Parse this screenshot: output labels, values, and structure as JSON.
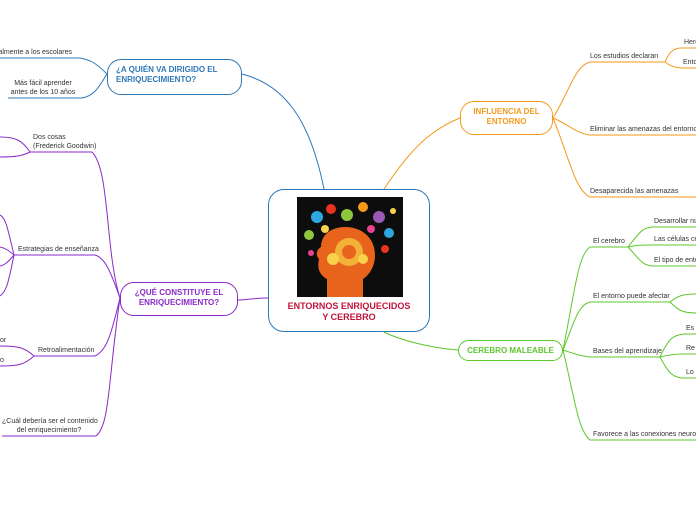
{
  "central": {
    "title_line1": "ENTORNOS ENRIQUECIDOS",
    "title_line2": "Y CEREBRO",
    "image": "brain-head-icon"
  },
  "topics": {
    "a_quien": {
      "line1": "¿A QUIÉN VA DIRIGIDO EL",
      "line2": "ENRIQUECIMIENTO?",
      "color": "#2f78b8"
    },
    "que_constituye": {
      "line1": "¿QUÉ CONSTITUYE EL",
      "line2": "ENRIQUECIMIENTO?",
      "color": "#8a2bc8"
    },
    "influencia": {
      "line1": "INFLUENCIA DEL",
      "line2": "ENTORNO",
      "color": "#f39a1c"
    },
    "cerebro": {
      "line1": "CEREBRO MALEABLE",
      "color": "#5dc72c"
    }
  },
  "labels": {
    "escolares": "ipalmente a los escolares",
    "mas_facil_1": "Más fácil aprender",
    "mas_facil_2": "antes de los 10 años",
    "dos_cosas_1": "Dos cosas",
    "dos_cosas_2": "(Frederick Goodwin)",
    "estrategias": "Estrategias de enseñanza",
    "retro": "Retroalimentación",
    "or": "or",
    "o": "o",
    "cual_1": "¿Cuál debería ser el contenido",
    "cual_2": "del enriquecimiento?",
    "estudios": "Los estudios declaran",
    "here": "Here",
    "ento": "Ento",
    "eliminar": "Eliminar las amenazas del entorno",
    "desaparecida": "Desaparecida las amenazas",
    "el_cerebro": "El cerebro",
    "desarrollar": "Desarrollar nu",
    "celulas": "Las células cer",
    "tipo": "El tipo de ento",
    "entorno_puede": "El entorno puede afectar",
    "bases": "Bases del aprendizaje",
    "es": "Es",
    "re": "Re",
    "lo": "Lo",
    "favorece": "Favorece a las conexiones neuronale"
  }
}
